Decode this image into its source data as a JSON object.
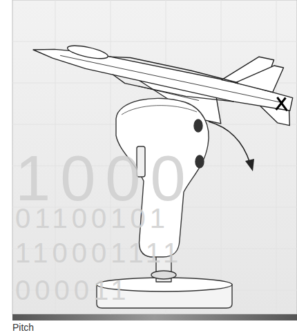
{
  "diagram": {
    "caption": "Pitch",
    "labels": [
      "1000",
      "01100101",
      "110001111",
      "000011"
    ]
  }
}
